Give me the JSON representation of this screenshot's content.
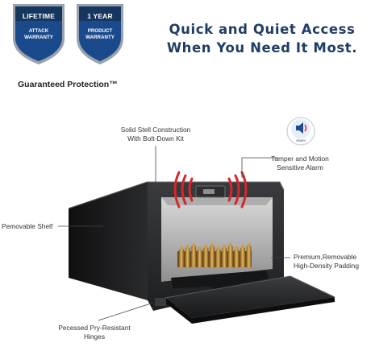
{
  "badges": {
    "lifetime": {
      "title": "LIFETIME",
      "line1": "ATTACK",
      "line2": "WARRANTY"
    },
    "year": {
      "title": "1 YEAR",
      "line1": "PRODUCT",
      "line2": "WARRANTY"
    }
  },
  "headline": {
    "line1": "Quick and Quiet Access",
    "line2": "When You Need It Most."
  },
  "guarantee": "Guaranteed Protection™",
  "callouts": {
    "solid_line1": "Solid Stell Construction",
    "solid_line2": "With Bolt-Down Kit",
    "tamper_line1": "Tamper and Motion",
    "tamper_line2": "Sensitive Alarm",
    "shelf": "Pemovable Shelf",
    "padding_line1": "Premium,Removable",
    "padding_line2": "High-Density Padding",
    "hinge_line1": "Pecessed Pry-Resistant",
    "hinge_line2": "Hinges"
  },
  "alarm_badge": {
    "label": "Alarm"
  },
  "colors": {
    "navy": "#1f3d66",
    "badge_blue": "#1a4a8c",
    "alarm_red": "#d7262b",
    "safe_black": "#1c1c1c"
  }
}
